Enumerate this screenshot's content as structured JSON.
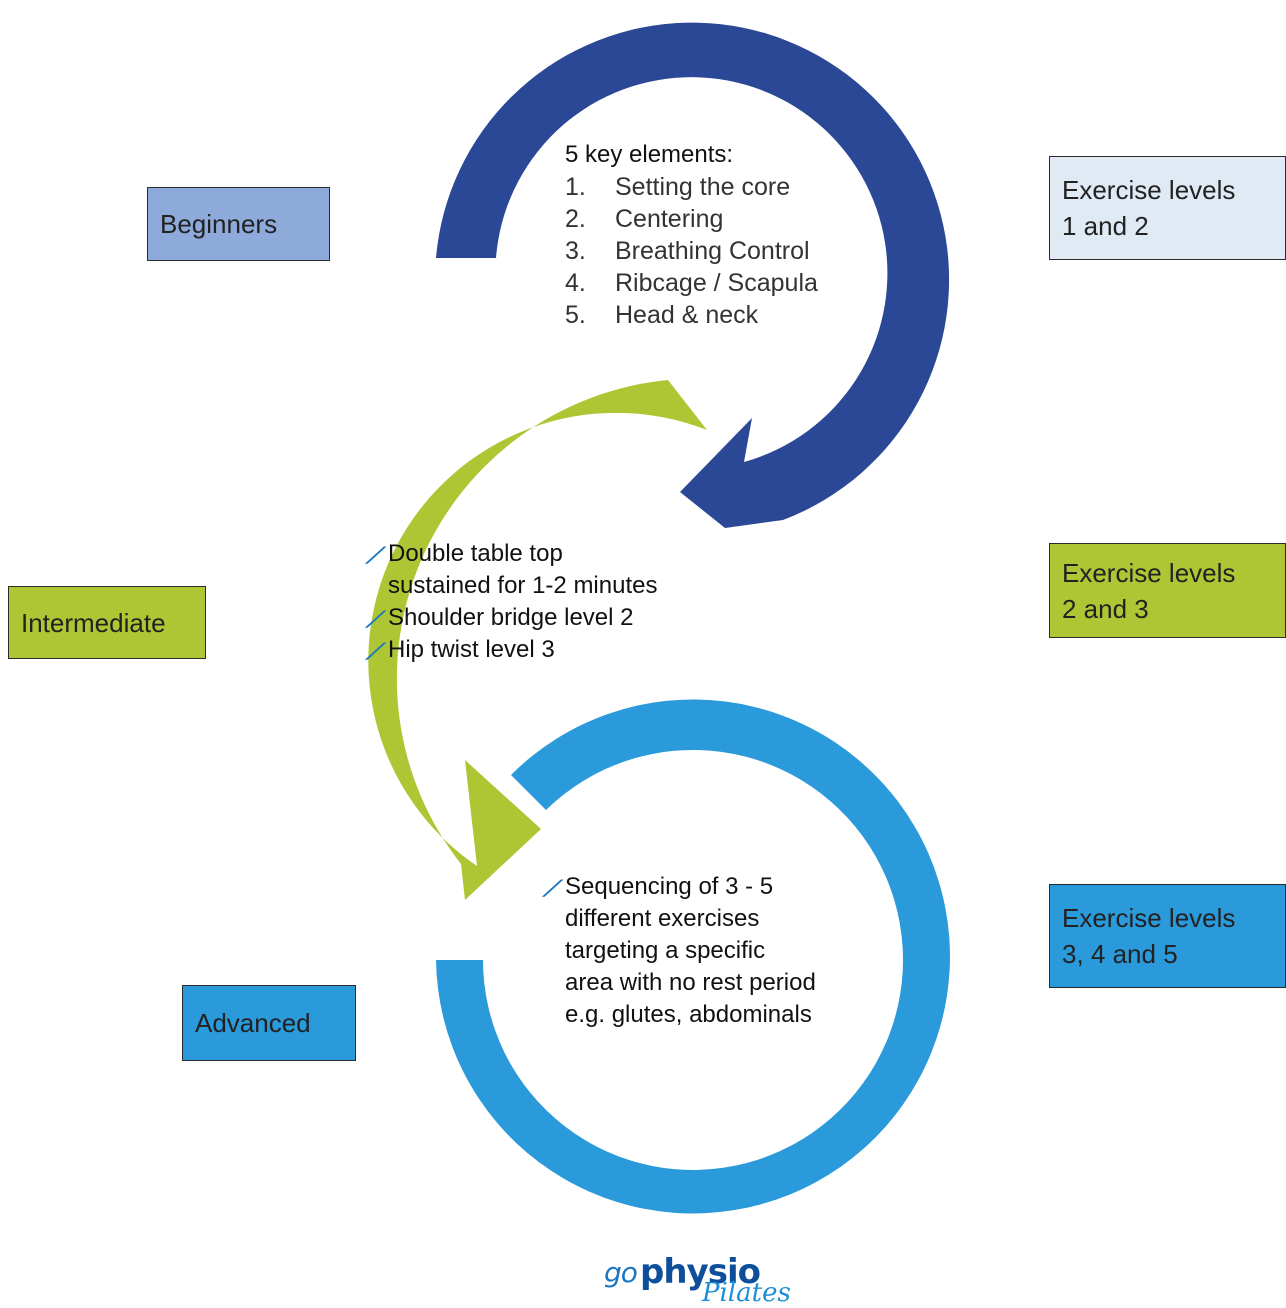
{
  "colors": {
    "dark_blue": "#2b4896",
    "green": "#aec634",
    "light_blue": "#2a9adb",
    "beginners_fill": "#8eaadb",
    "exercise_1_fill": "#dfeaf5",
    "logo_blue": "#1d76c2"
  },
  "levels": {
    "beginners": "Beginners",
    "intermediate": "Intermediate",
    "advanced": "Advanced"
  },
  "exercise_levels": {
    "beginners": {
      "line1": "Exercise levels",
      "line2": "1 and 2"
    },
    "intermediate": {
      "line1": "Exercise levels",
      "line2": "2 and 3"
    },
    "advanced": {
      "line1": "Exercise levels",
      "line2": "3, 4 and 5"
    }
  },
  "key_elements": {
    "title": "5 key elements:",
    "items": [
      {
        "num": "1.",
        "text": "Setting the core"
      },
      {
        "num": "2.",
        "text": "Centering"
      },
      {
        "num": "3.",
        "text": "Breathing Control"
      },
      {
        "num": "4.",
        "text": "Ribcage / Scapula"
      },
      {
        "num": "5.",
        "text": "Head & neck"
      }
    ]
  },
  "intermediate_points": {
    "p1_line1": "Double table top",
    "p1_line2": "sustained for 1-2 minutes",
    "p2": "Shoulder bridge level 2",
    "p3": "Hip twist level 3"
  },
  "advanced_points": {
    "line1": "Sequencing of 3 - 5",
    "line2": "different exercises",
    "line3": "targeting a specific",
    "line4": "area with no rest period",
    "line5": "e.g. glutes, abdominals"
  },
  "bullet_icon": "figure-icon",
  "logo": {
    "go": "go",
    "physio": "physio",
    "pilates": "Pilates"
  }
}
